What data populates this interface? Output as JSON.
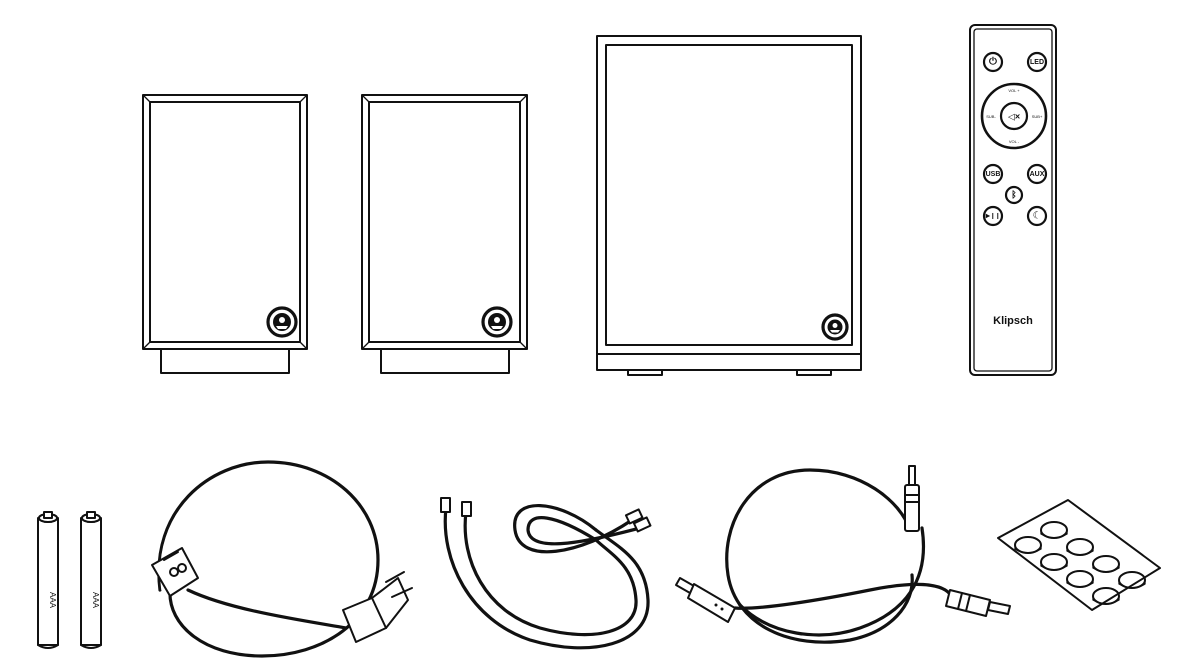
{
  "remote": {
    "power_symbol": "⏻",
    "led_label": "LED",
    "mute_symbol": "◁×",
    "vol_up_label": "VOL +",
    "vol_down_label": "VOL -",
    "sub_left_label": "SUB-",
    "sub_right_label": "SUB+",
    "usb_label": "USB",
    "aux_label": "AUX",
    "bluetooth_symbol": "ᛒ",
    "play_pause_symbol": "▶❙❙",
    "night_symbol": "☾",
    "brand": "Klipsch"
  },
  "batteries": {
    "label": "AAA"
  },
  "icons": {
    "speaker_logo": "klipsch-logo-icon",
    "subwoofer_logo": "klipsch-logo-icon"
  },
  "colors": {
    "line": "#111111",
    "background": "#ffffff"
  }
}
